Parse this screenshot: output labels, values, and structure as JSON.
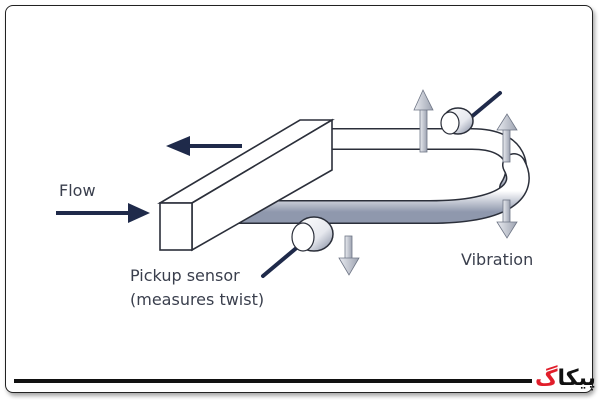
{
  "labels": {
    "flow": "Flow",
    "pickup_sensor": "Pickup sensor",
    "measures_twist": "(measures twist)",
    "vibration": "Vibration"
  },
  "brand": {
    "text": "پیکا",
    "accent": "گ"
  },
  "colors": {
    "arrow": "#1f2a4a",
    "tube_fill": "#ffffff",
    "tube_shade": "#9aa3b8",
    "outline": "#2b2f3a",
    "vibration_arrow": "#b8bcc7",
    "brand_accent": "#e11d2a"
  }
}
